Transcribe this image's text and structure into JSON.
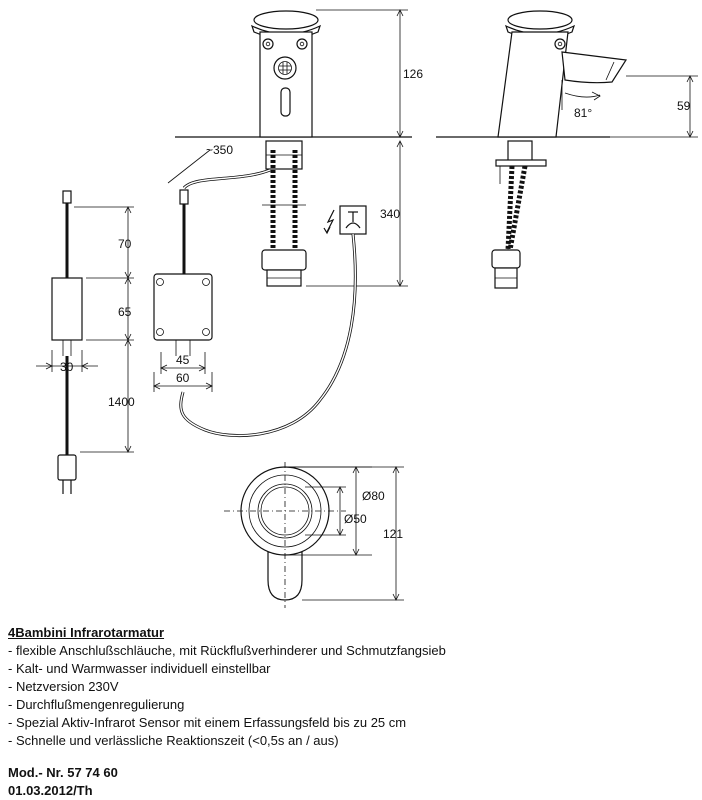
{
  "dimensions": {
    "front_height": "126",
    "hose_approx": "~350",
    "underside_length": "340",
    "spout_height": "59",
    "spout_angle": "81°",
    "cable_top": "70",
    "box_height": "65",
    "box_width_a": "30",
    "cable_length": "1400",
    "box_width_b": "45",
    "box_width_c": "60",
    "diameter_outer": "Ø80",
    "diameter_inner": "Ø50",
    "plan_length": "121"
  },
  "description": {
    "heading": "4Bambini Infrarotarmatur",
    "items": [
      "- flexible Anschlußschläuche, mit Rückflußverhinderer und Schmutzfangsieb",
      "- Kalt- und Warmwasser individuell einstellbar",
      "- Netzversion 230V",
      "- Durchflußmengenregulierung",
      "- Spezial Aktiv-Infrarot Sensor mit einem Erfassungsfeld bis zu 25 cm",
      "- Schnelle und verlässliche Reaktionszeit (<0,5s an / aus)"
    ]
  },
  "footer": {
    "model": "Mod.- Nr. 57 74 60",
    "date": "01.03.2012/Th"
  }
}
